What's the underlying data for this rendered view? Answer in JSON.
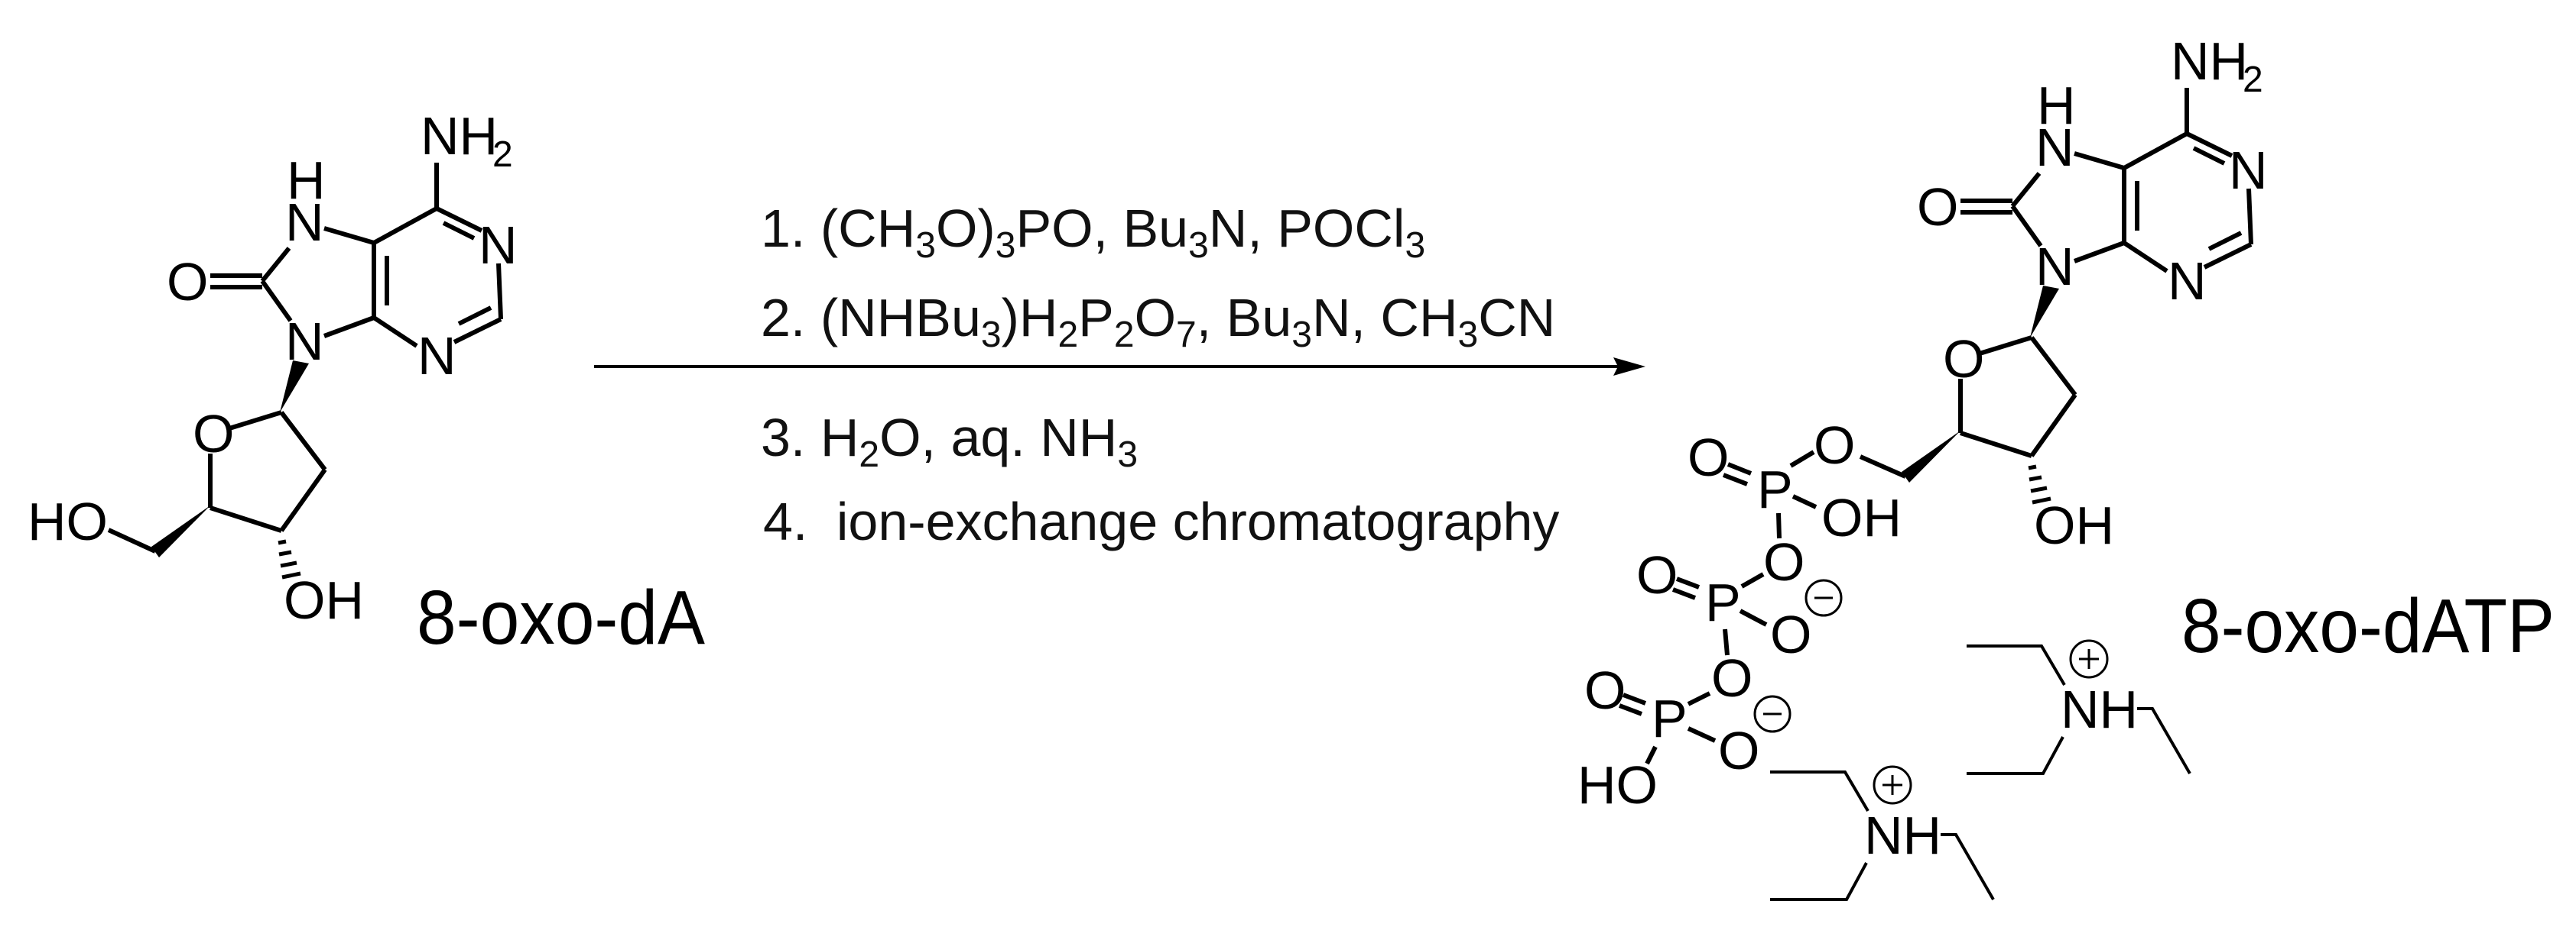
{
  "scheme": {
    "type": "reaction-scheme",
    "starting_material": {
      "name": "8-oxo-dA",
      "atom_labels": [
        "NH2",
        "H",
        "N",
        "N",
        "N",
        "N",
        "O",
        "O",
        "HO",
        "OH"
      ]
    },
    "product": {
      "name": "8-oxo-dATP",
      "atom_labels": [
        "NH2",
        "H",
        "N",
        "N",
        "N",
        "N",
        "O",
        "O",
        "OH",
        "O",
        "P",
        "O",
        "OH",
        "O",
        "P",
        "O",
        "O",
        "O",
        "P",
        "O",
        "HO"
      ],
      "charges": [
        "minus",
        "minus",
        "plus",
        "plus"
      ],
      "counterions": [
        "NH",
        "NH"
      ]
    },
    "arrow": {
      "direction": "right",
      "color": "#000000"
    },
    "conditions": [
      {
        "number": "1.",
        "parts": [
          [
            "(CH",
            ""
          ],
          [
            "3",
            "sub"
          ],
          [
            "O)",
            ""
          ],
          [
            "3",
            "sub"
          ],
          [
            "PO, Bu",
            ""
          ],
          [
            "3",
            "sub"
          ],
          [
            "N, POCl",
            ""
          ],
          [
            "3",
            "sub"
          ]
        ],
        "text": "1. (CH3O)3PO, Bu3N, POCl3"
      },
      {
        "number": "2.",
        "parts": [
          [
            "(NHBu",
            ""
          ],
          [
            "3",
            "sub"
          ],
          [
            ")H",
            ""
          ],
          [
            "2",
            "sub"
          ],
          [
            "P",
            ""
          ],
          [
            "2",
            "sub"
          ],
          [
            "O",
            ""
          ],
          [
            "7",
            "sub"
          ],
          [
            ", Bu",
            ""
          ],
          [
            "3",
            "sub"
          ],
          [
            "N, CH",
            ""
          ],
          [
            "3",
            "sub"
          ],
          [
            "CN",
            ""
          ]
        ],
        "text": "2. (NHBu3)H2P2O7, Bu3N, CH3CN"
      },
      {
        "number": "3.",
        "parts": [
          [
            "H",
            ""
          ],
          [
            "2",
            "sub"
          ],
          [
            "O, aq. NH",
            ""
          ],
          [
            "3",
            "sub"
          ]
        ],
        "text": "3. H2O, aq. NH3"
      },
      {
        "number": "4.",
        "parts": [
          [
            "ion-exchange chromatography",
            ""
          ]
        ],
        "text": "4. ion-exchange chromatography"
      }
    ],
    "labels": {
      "nh2": "NH",
      "two": "2",
      "h": "H",
      "n": "N",
      "o": "O",
      "ho": "HO",
      "oh": "OH",
      "p": "P",
      "nh": "NH",
      "sm_name": "8-oxo-dA",
      "prod_name": "8-oxo-dATP"
    }
  }
}
